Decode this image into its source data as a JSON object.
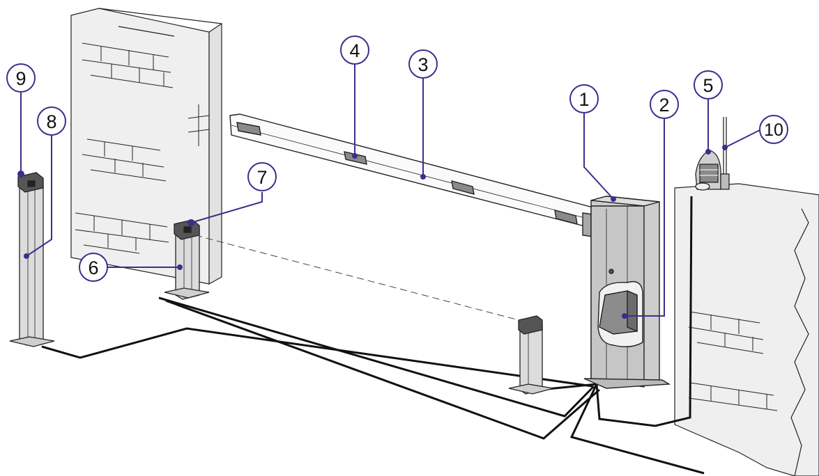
{
  "diagram": {
    "colors": {
      "callout_line": "#3a2f8c",
      "wall_fill": "#eeeeee",
      "metal_fill": "#d4d4d4",
      "cable": "#111111"
    },
    "callouts": [
      {
        "id": "1",
        "label": "1"
      },
      {
        "id": "2",
        "label": "2"
      },
      {
        "id": "3",
        "label": "3"
      },
      {
        "id": "4",
        "label": "4"
      },
      {
        "id": "5",
        "label": "5"
      },
      {
        "id": "6",
        "label": "6"
      },
      {
        "id": "7",
        "label": "7"
      },
      {
        "id": "8",
        "label": "8"
      },
      {
        "id": "9",
        "label": "9"
      },
      {
        "id": "10",
        "label": "10"
      }
    ]
  }
}
